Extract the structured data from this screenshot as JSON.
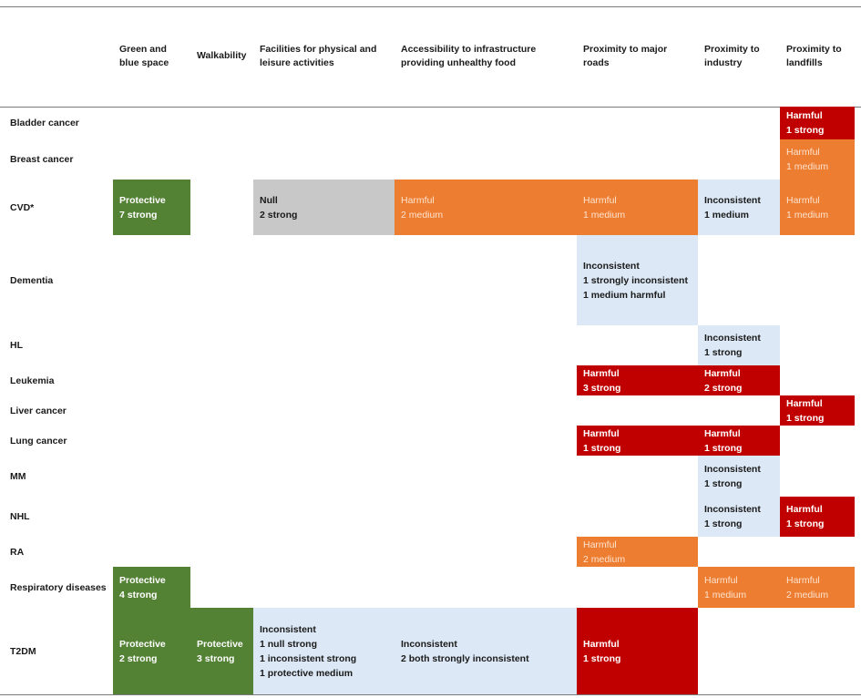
{
  "columns": [
    "Green and blue space",
    "Walkability",
    "Facilities for physical and leisure activities",
    "Accessibility to infrastructure providing unhealthy food",
    "Proximity to major roads",
    "Proximity to industry",
    "Proximity to landfills"
  ],
  "header_lines": [
    [
      "Green and",
      "blue space"
    ],
    [
      "Walkability"
    ],
    [
      "Facilities for physical and",
      "leisure activities"
    ],
    [
      "Accessibility to infrastructure",
      "providing unhealthy food"
    ],
    [
      "Proximity to major",
      "roads"
    ],
    [
      "Proximity to",
      "industry"
    ],
    [
      "Proximity to",
      "landfills"
    ]
  ],
  "rows": [
    "Bladder cancer",
    "Breast cancer",
    "CVD*",
    "Dementia",
    "HL",
    "Leukemia",
    "Liver cancer",
    "Lung cancer",
    "MM",
    "NHL",
    "RA",
    "Respiratory diseases",
    "T2DM"
  ],
  "colors": {
    "Protective": "#548235",
    "Null": "#c8c8c8",
    "Harmful_medium": "#ed7d31",
    "Inconsistent": "#dce8f5",
    "Harmful_strong": "#c00000"
  },
  "cells": [
    {
      "row": 0,
      "col": 6,
      "style": "red",
      "lines": [
        "Harmful",
        "1 strong"
      ]
    },
    {
      "row": 1,
      "col": 6,
      "style": "orange",
      "lines": [
        "Harmful",
        "1 medium"
      ]
    },
    {
      "row": 2,
      "col": 0,
      "style": "green",
      "lines": [
        "Protective",
        "7 strong"
      ]
    },
    {
      "row": 2,
      "col": 2,
      "style": "grey",
      "lines": [
        "Null",
        "2 strong"
      ]
    },
    {
      "row": 2,
      "col": 3,
      "style": "orange",
      "lines": [
        "Harmful",
        "2 medium"
      ]
    },
    {
      "row": 2,
      "col": 4,
      "style": "orange",
      "lines": [
        "Harmful",
        "1 medium"
      ]
    },
    {
      "row": 2,
      "col": 5,
      "style": "blue",
      "lines": [
        "Inconsistent",
        "1 medium"
      ]
    },
    {
      "row": 2,
      "col": 6,
      "style": "orange",
      "lines": [
        "Harmful",
        "1 medium"
      ]
    },
    {
      "row": 3,
      "col": 4,
      "style": "blue",
      "lines": [
        "Inconsistent",
        "1 strongly inconsistent",
        "1 medium harmful"
      ]
    },
    {
      "row": 4,
      "col": 5,
      "style": "blue",
      "lines": [
        "Inconsistent",
        "1 strong"
      ]
    },
    {
      "row": 5,
      "col": 4,
      "style": "red",
      "lines": [
        "Harmful",
        "3 strong"
      ]
    },
    {
      "row": 5,
      "col": 5,
      "style": "red",
      "lines": [
        "Harmful",
        "2 strong"
      ]
    },
    {
      "row": 6,
      "col": 6,
      "style": "red",
      "lines": [
        "Harmful",
        "1 strong"
      ]
    },
    {
      "row": 7,
      "col": 4,
      "style": "red",
      "lines": [
        "Harmful",
        "1 strong"
      ]
    },
    {
      "row": 7,
      "col": 5,
      "style": "red",
      "lines": [
        "Harmful",
        "1 strong"
      ]
    },
    {
      "row": 8,
      "col": 5,
      "style": "blue",
      "lines": [
        "Inconsistent",
        "1 strong"
      ]
    },
    {
      "row": 9,
      "col": 5,
      "style": "blue",
      "lines": [
        "Inconsistent",
        "1 strong"
      ]
    },
    {
      "row": 9,
      "col": 6,
      "style": "red",
      "lines": [
        "Harmful",
        "1 strong"
      ]
    },
    {
      "row": 10,
      "col": 4,
      "style": "orange",
      "lines": [
        "Harmful",
        "2 medium"
      ]
    },
    {
      "row": 11,
      "col": 0,
      "style": "green",
      "lines": [
        "Protective",
        "4 strong"
      ]
    },
    {
      "row": 11,
      "col": 5,
      "style": "orange",
      "lines": [
        "Harmful",
        "1 medium"
      ]
    },
    {
      "row": 11,
      "col": 6,
      "style": "orange",
      "lines": [
        "Harmful",
        "2 medium"
      ]
    },
    {
      "row": 12,
      "col": 0,
      "style": "green",
      "lines": [
        "Protective",
        "2 strong"
      ]
    },
    {
      "row": 12,
      "col": 1,
      "style": "green",
      "lines": [
        "Protective",
        "3 strong"
      ]
    },
    {
      "row": 12,
      "col": 2,
      "style": "blue",
      "lines": [
        "Inconsistent",
        "1 null strong",
        "1 inconsistent strong",
        "1 protective medium"
      ]
    },
    {
      "row": 12,
      "col": 3,
      "style": "blue",
      "lines": [
        "Inconsistent",
        "2 both strongly inconsistent"
      ]
    },
    {
      "row": 12,
      "col": 4,
      "style": "red",
      "lines": [
        "Harmful",
        "1 strong"
      ]
    }
  ]
}
